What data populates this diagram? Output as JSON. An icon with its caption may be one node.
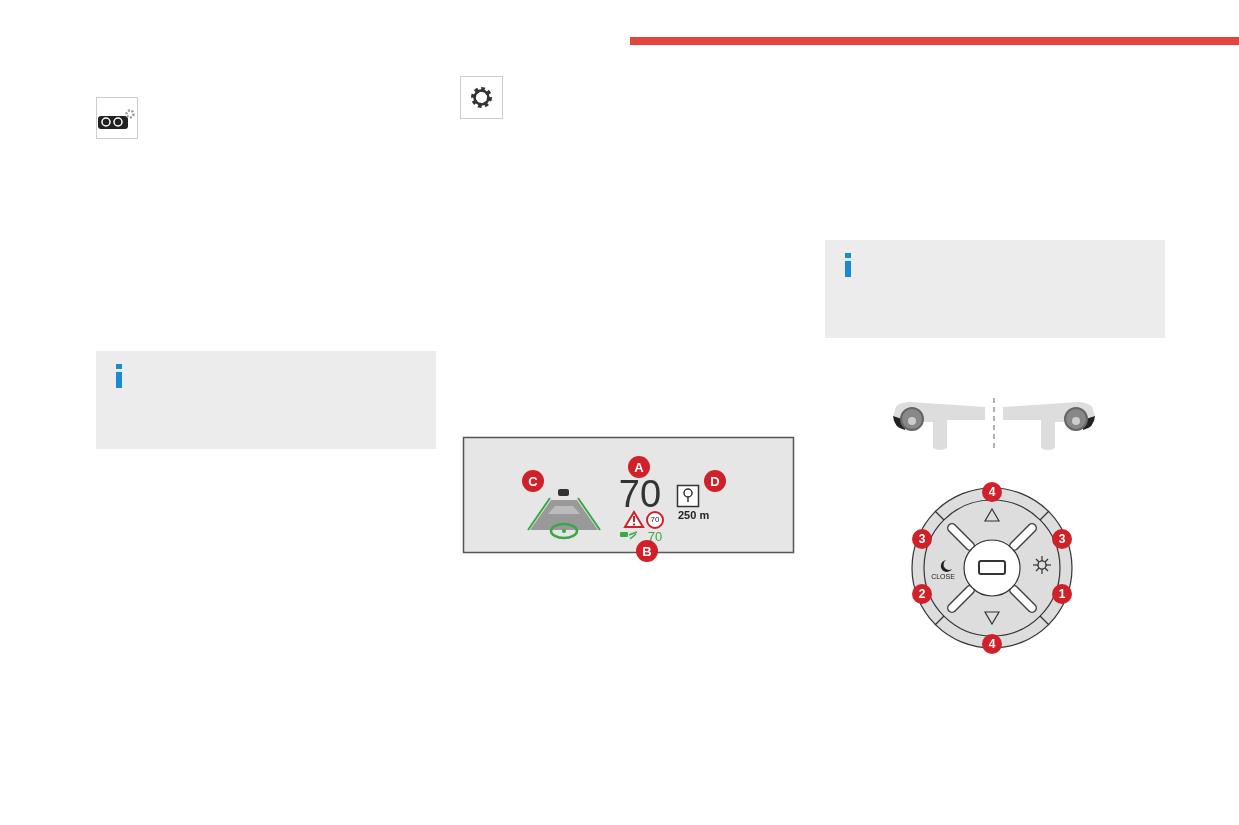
{
  "diagram": {
    "labels": [
      "A",
      "C",
      "D",
      "70",
      "250 m",
      "70",
      "70",
      "B",
      "4",
      "3",
      "3",
      "CLOSE",
      "2",
      "1",
      "4"
    ]
  }
}
